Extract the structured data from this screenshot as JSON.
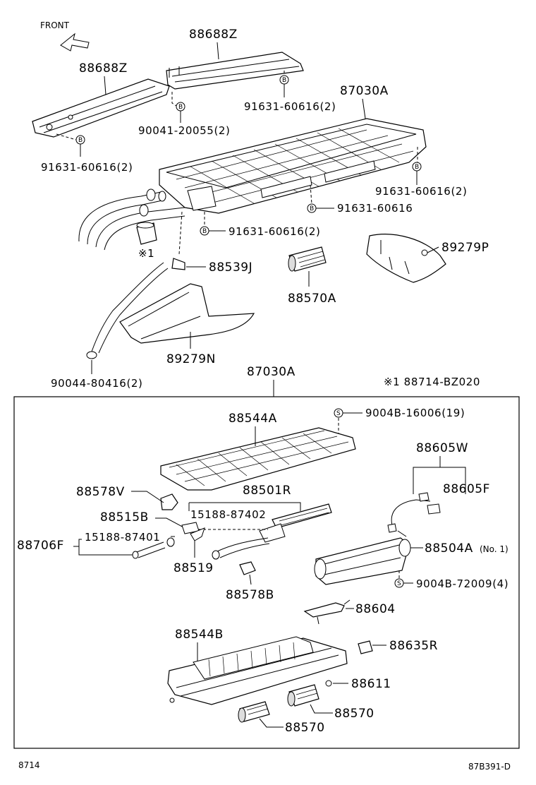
{
  "front_label": "FRONT",
  "top": {
    "p88688Z_right": "88688Z",
    "p88688Z_left": "88688Z",
    "p87030A": "87030A",
    "bolt_91631_2_right_top": "91631-60616(2)",
    "bolt_90041": "90041-20055(2)",
    "bolt_91631_2_left": "91631-60616(2)",
    "bolt_91631_2_right": "91631-60616(2)",
    "bolt_91631_single": "91631-60616",
    "bolt_91631_2_center": "91631-60616(2)",
    "mark1": "※1",
    "p88539J": "88539J",
    "p88570A": "88570A",
    "p89279P": "89279P",
    "p89279N": "89279N",
    "p90044": "90044-80416(2)"
  },
  "assembly": {
    "title": "87030A",
    "note": "※1 88714-BZ020",
    "p88544A": "88544A",
    "screw_9004B_16006": "9004B-16006(19)",
    "p88605W": "88605W",
    "p88605F": "88605F",
    "p88578V": "88578V",
    "p88501R": "88501R",
    "p88515B": "88515B",
    "p15188_87402": "15188-87402",
    "p15188_87401": "15188-87401",
    "p88706F": "88706F",
    "p88519": "88519",
    "p88504A": "88504A",
    "p88504A_suffix": "(No. 1)",
    "p88578B": "88578B",
    "screw_9004B_72009": "9004B-72009(4)",
    "p88604": "88604",
    "p88544B": "88544B",
    "p88635R": "88635R",
    "p88611": "88611",
    "p88570_right": "88570",
    "p88570_bottom": "88570"
  },
  "symbols": {
    "bolt": "B",
    "screw": "S"
  },
  "footer": {
    "left": "8714",
    "right": "87B391-D"
  }
}
